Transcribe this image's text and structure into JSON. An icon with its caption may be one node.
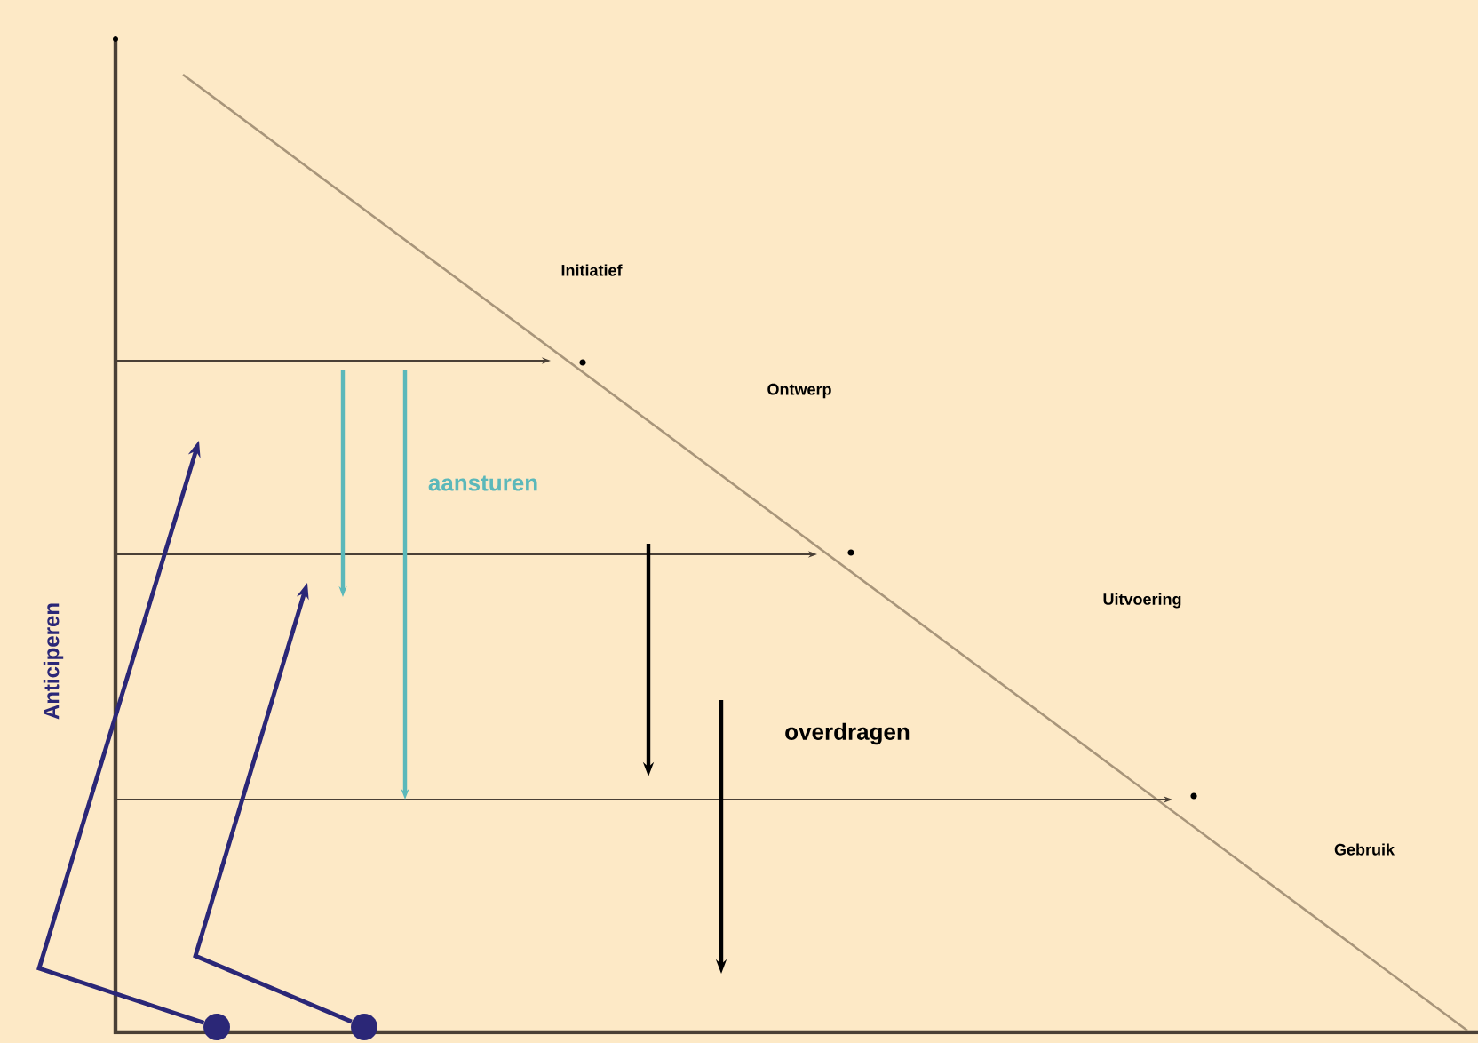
{
  "diagram": {
    "nodes": [
      {
        "text": [],
        "shape": "circle"
      },
      {
        "text": [],
        "shape": "circle"
      }
    ],
    "edges": [
      {
        "from": 0,
        "to": null,
        "arrow": "to"
      },
      {
        "from": 1,
        "to": null,
        "arrow": "to"
      }
    ],
    "labels": [
      "Initiatief",
      "Ontwerp",
      "aansturen",
      "Anticiperen",
      "Uitvoering",
      "overdragen",
      "Gebruik"
    ]
  }
}
